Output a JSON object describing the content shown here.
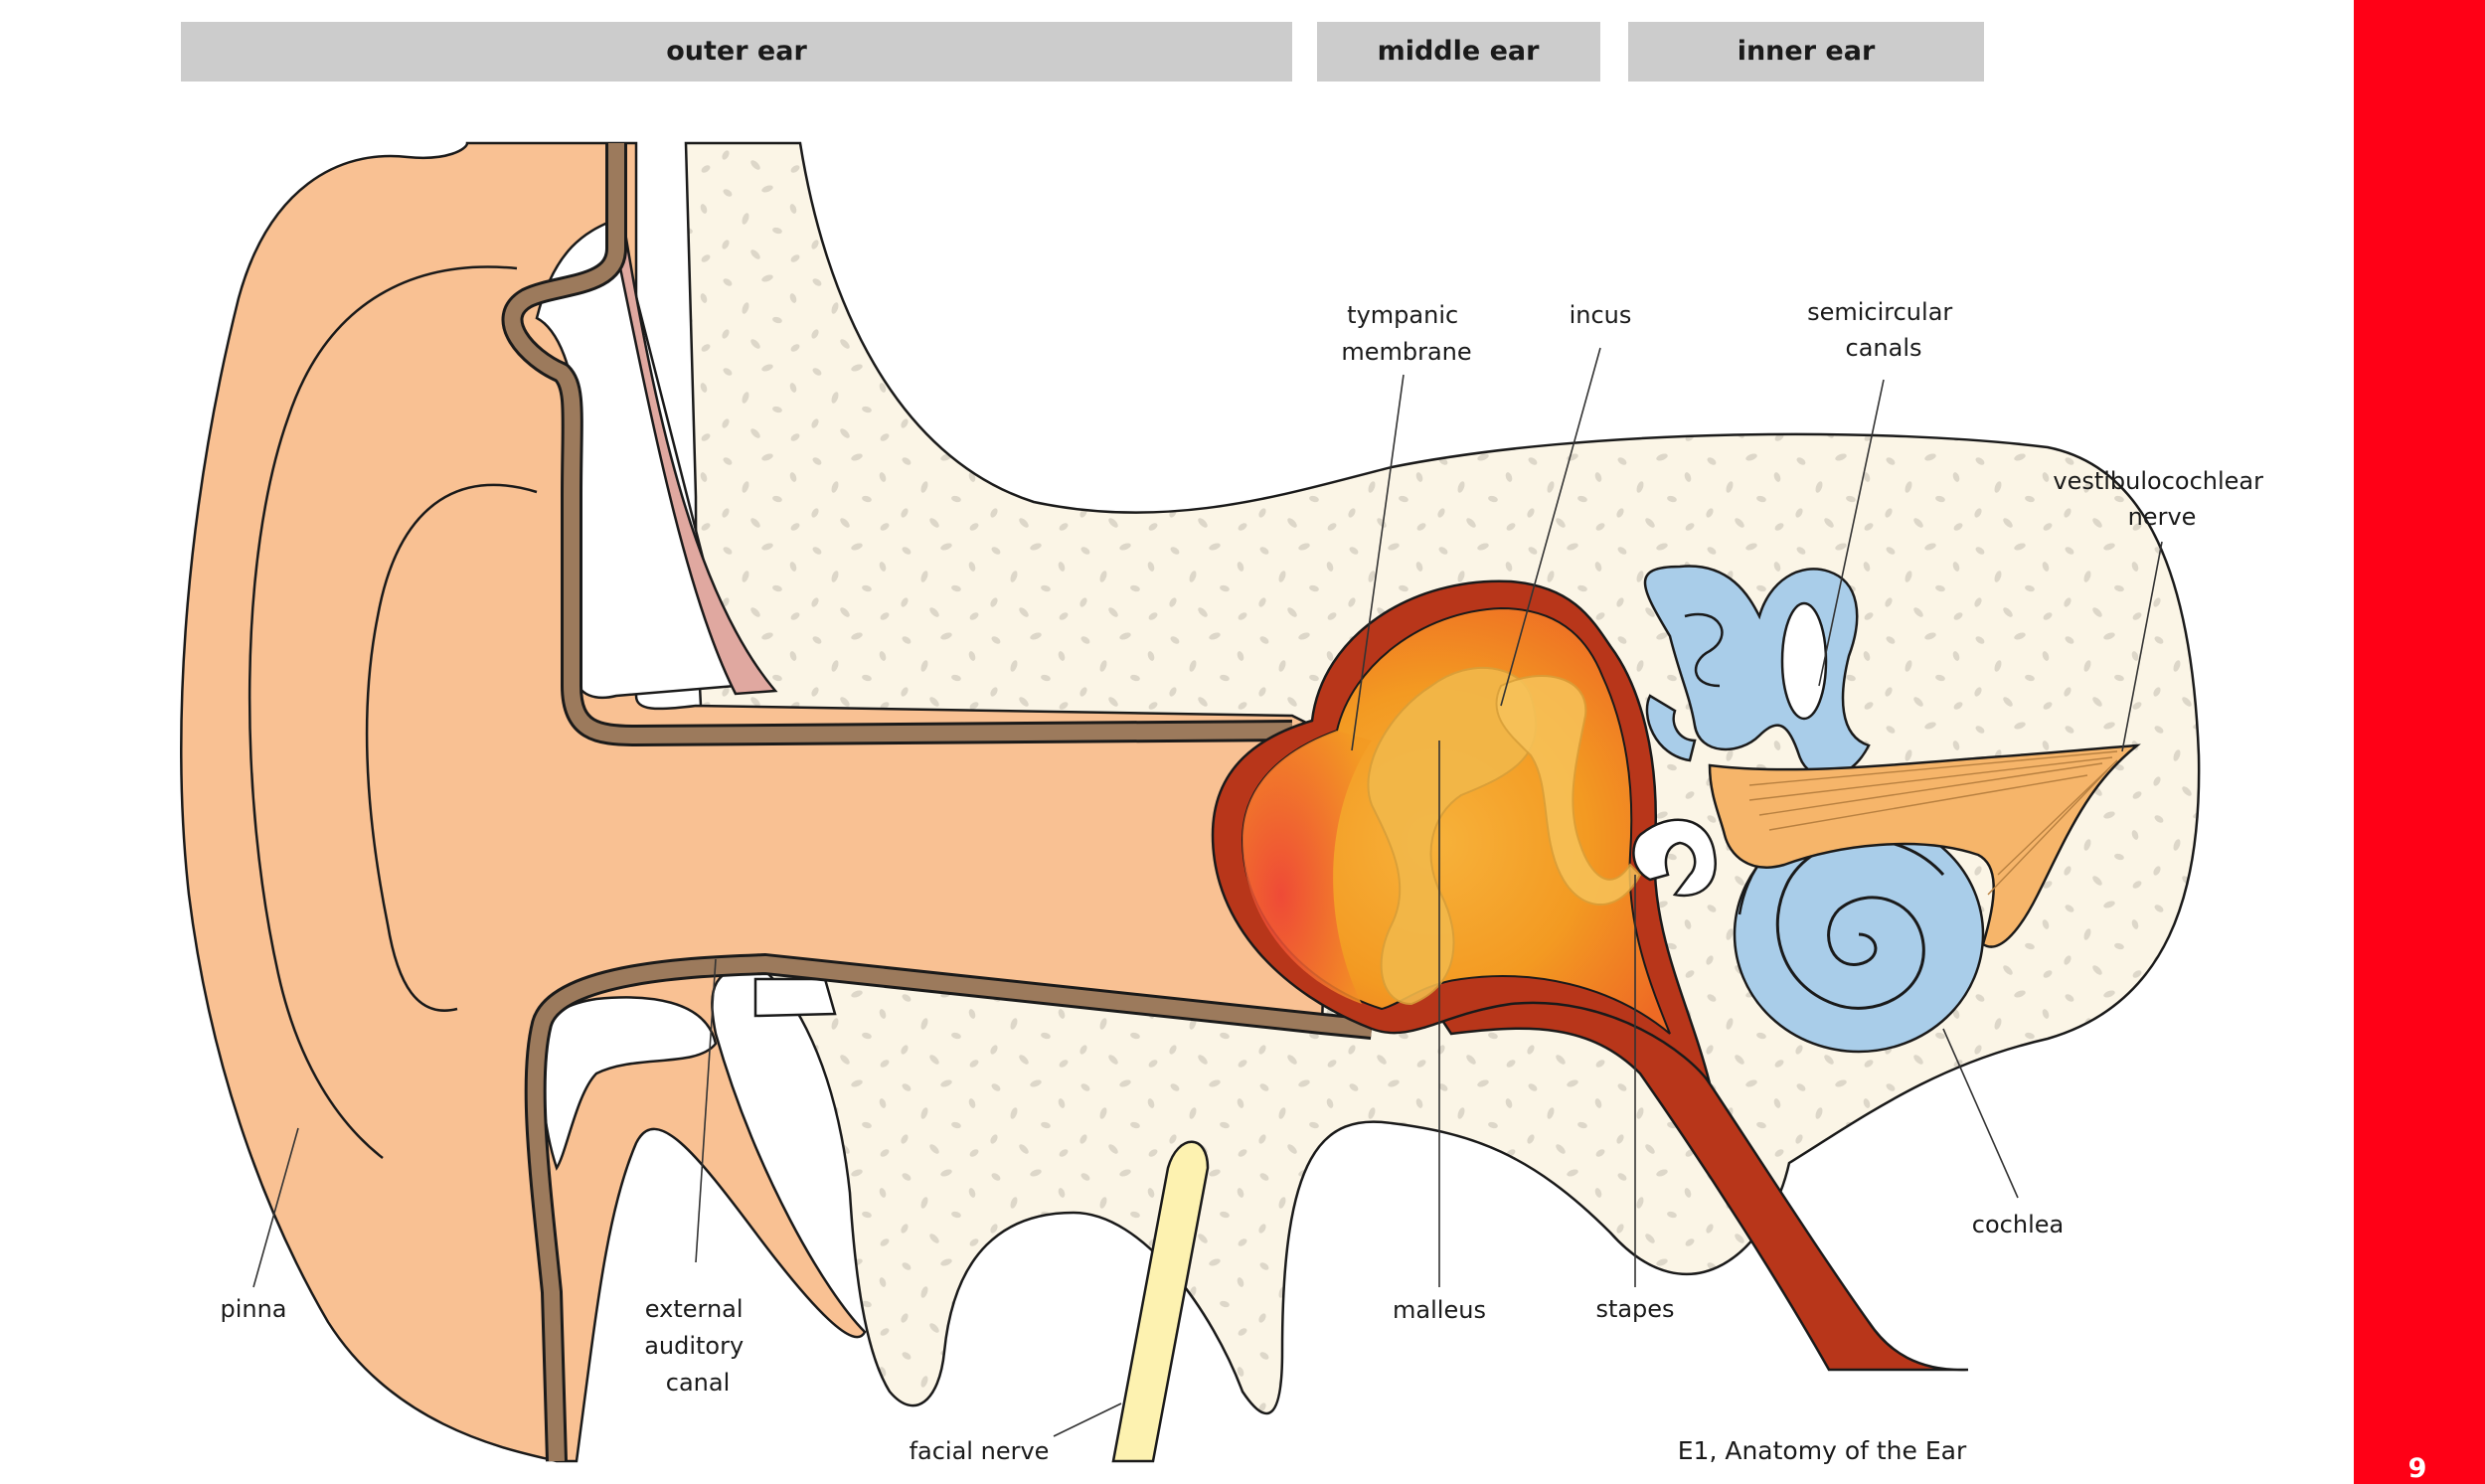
{
  "sections": {
    "outer": "outer ear",
    "middle": "middle ear",
    "inner": "inner ear"
  },
  "labels": {
    "tympanic_membrane": [
      "tympanic",
      "membrane"
    ],
    "incus": "incus",
    "semicircular_canals": [
      "semicircular",
      "canals"
    ],
    "vestibulocochlear_nerve": [
      "vestibulocochlear",
      "nerve"
    ],
    "cochlea": "cochlea",
    "pinna": "pinna",
    "external_auditory_canal": [
      "external",
      "auditory",
      "canal"
    ],
    "malleus": "malleus",
    "stapes": "stapes",
    "facial_nerve": "facial nerve"
  },
  "caption": "E1, Anatomy of the Ear",
  "page_number": "9",
  "colors": {
    "header_bar": "#cccccc",
    "side_bar": "#ff0016",
    "skin": "#f9c193",
    "bone": "#fbf5e6",
    "canal_wall": "#9c7a5c",
    "middle_ear_cavity": "#f29a1e",
    "cavity_wall": "#b8361a",
    "inner_ear": "#a9cde9",
    "nerve": "#f6b56a",
    "facial_nerve": "#fdf2b0"
  }
}
